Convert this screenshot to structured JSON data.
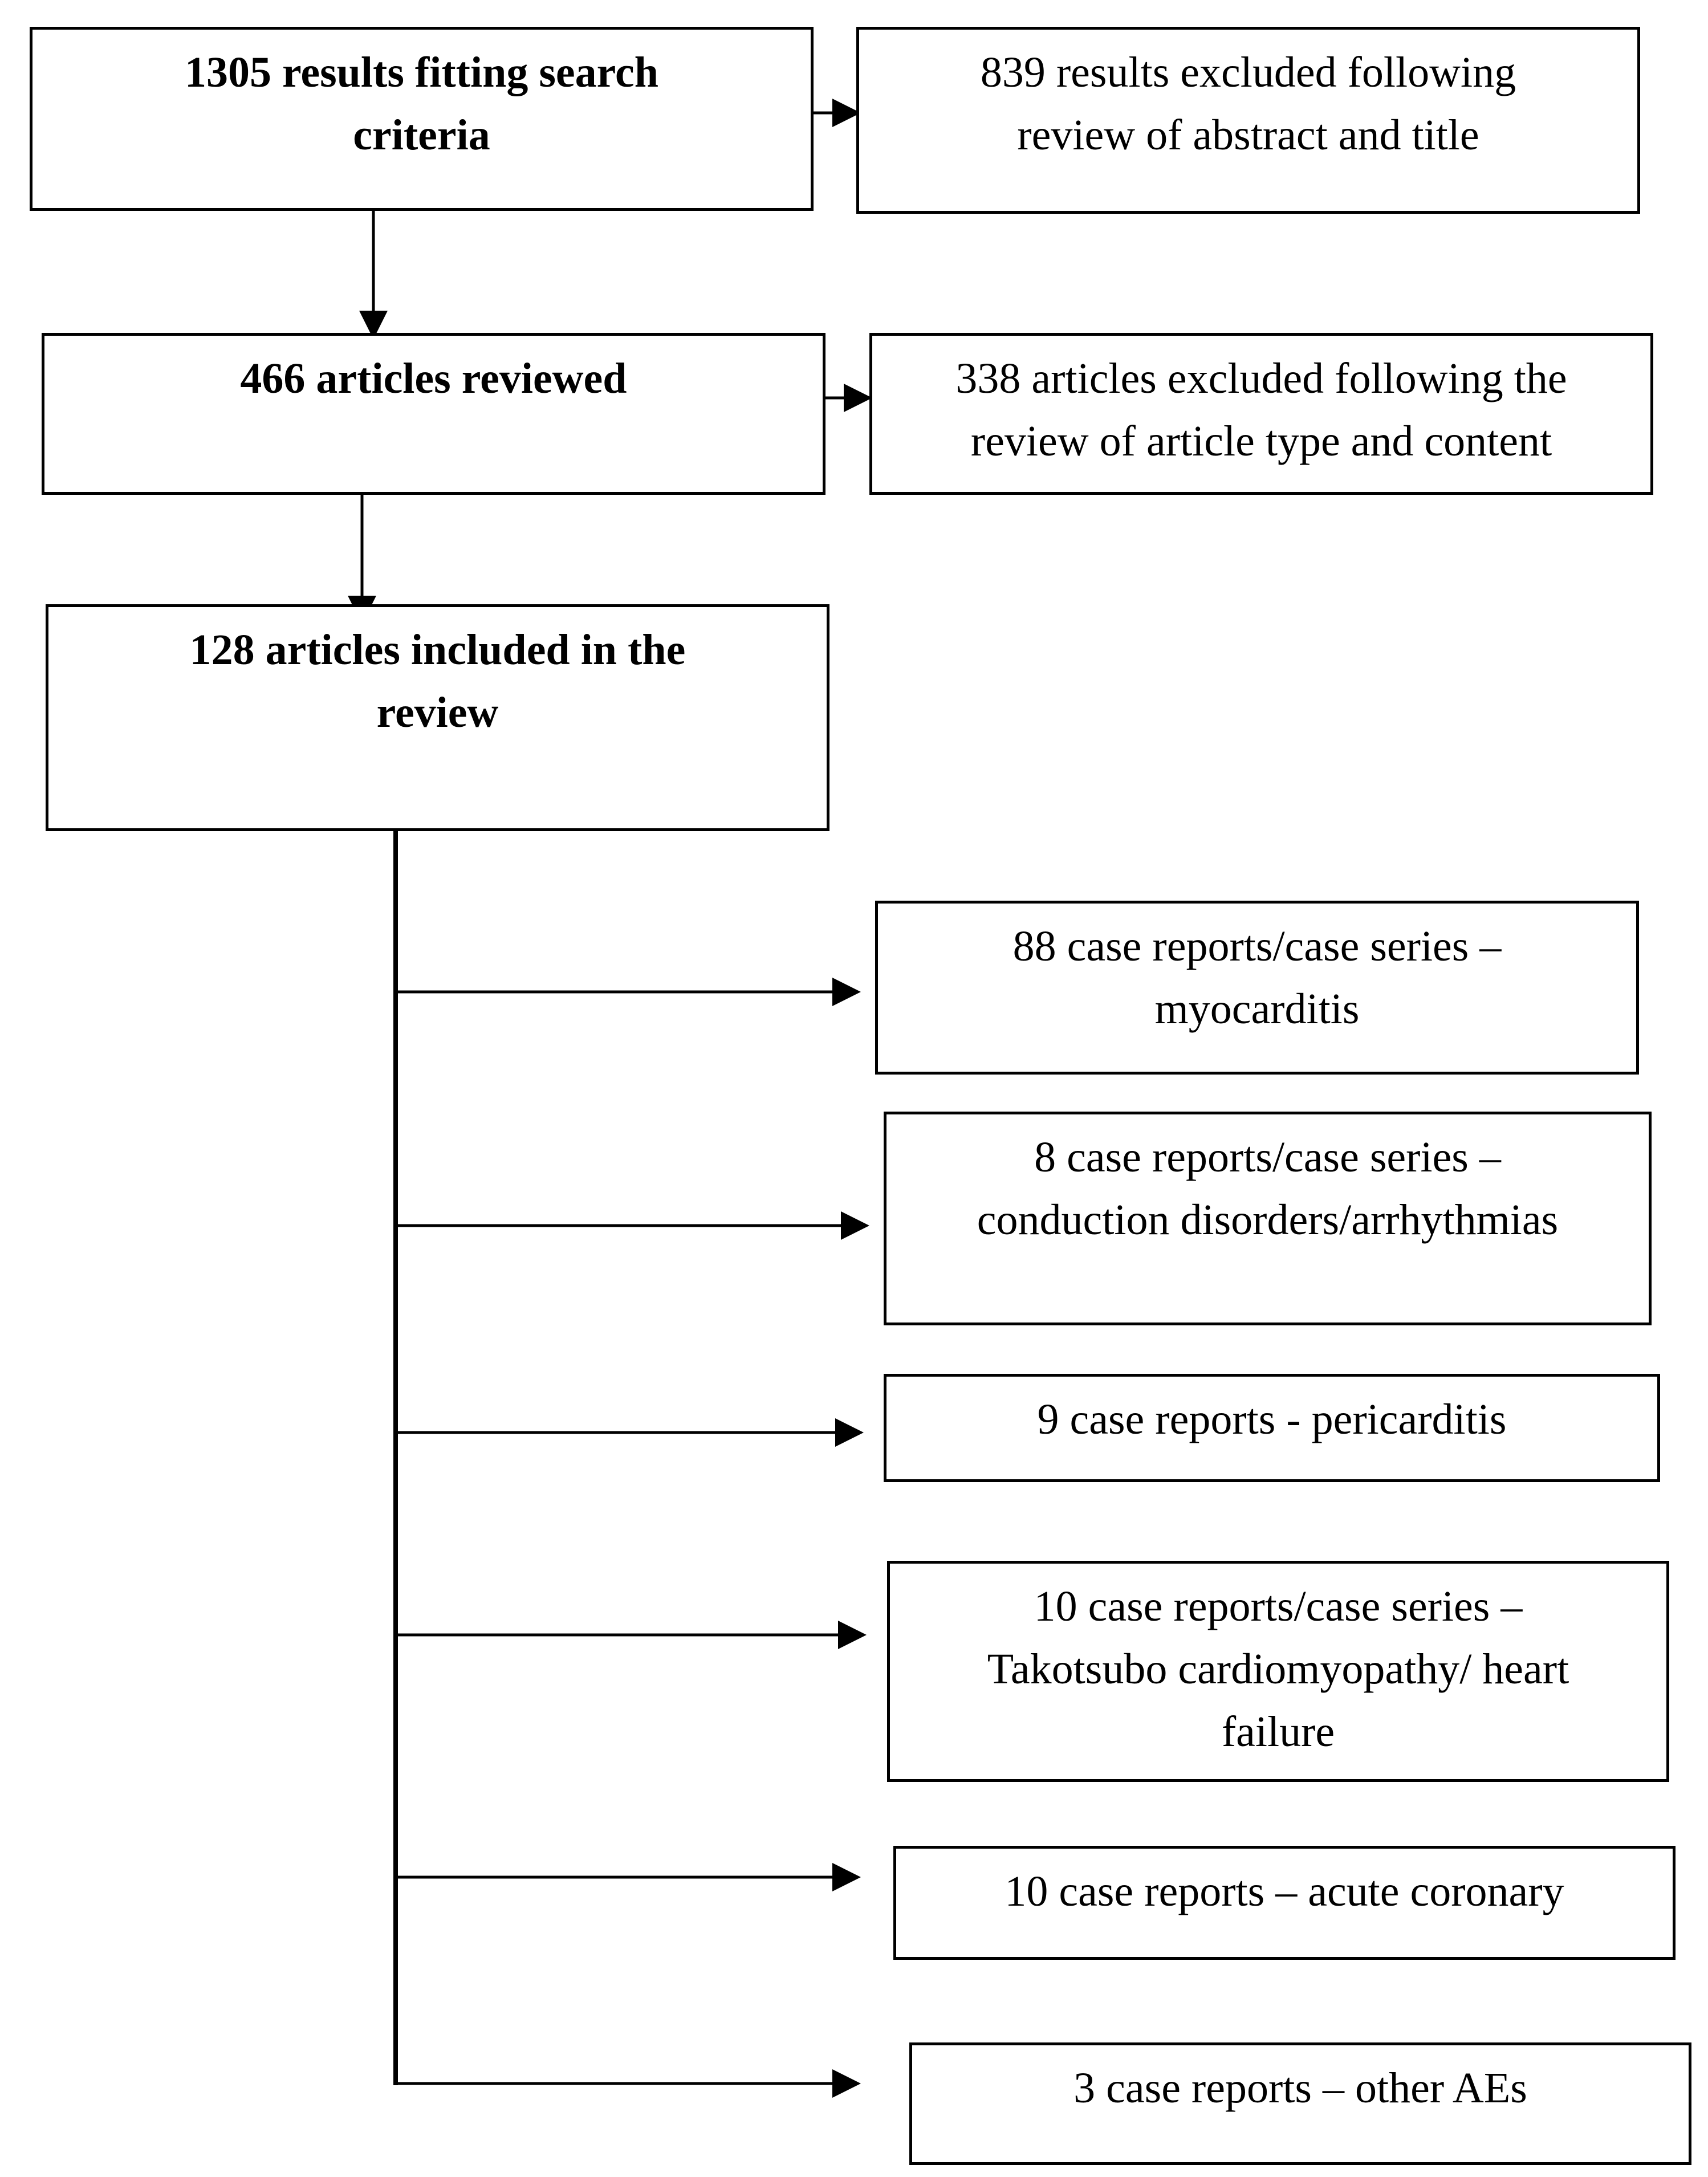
{
  "flow": {
    "search_results": "1305 results fitting search\ncriteria",
    "excluded_abstract": "839 results excluded following\nreview of abstract and title",
    "reviewed": "466 articles reviewed",
    "excluded_type": "338 articles excluded following the\nreview of article type and content",
    "included": "128 articles included in the\nreview"
  },
  "outcomes": [
    "88 case reports/case series –\nmyocarditis",
    "8 case reports/case series –\nconduction disorders/arrhythmias",
    "9 case reports - pericarditis",
    "10 case reports/case series –\nTakotsubo cardiomyopathy/ heart\nfailure",
    "10 case reports – acute coronary",
    "3 case reports – other AEs"
  ]
}
